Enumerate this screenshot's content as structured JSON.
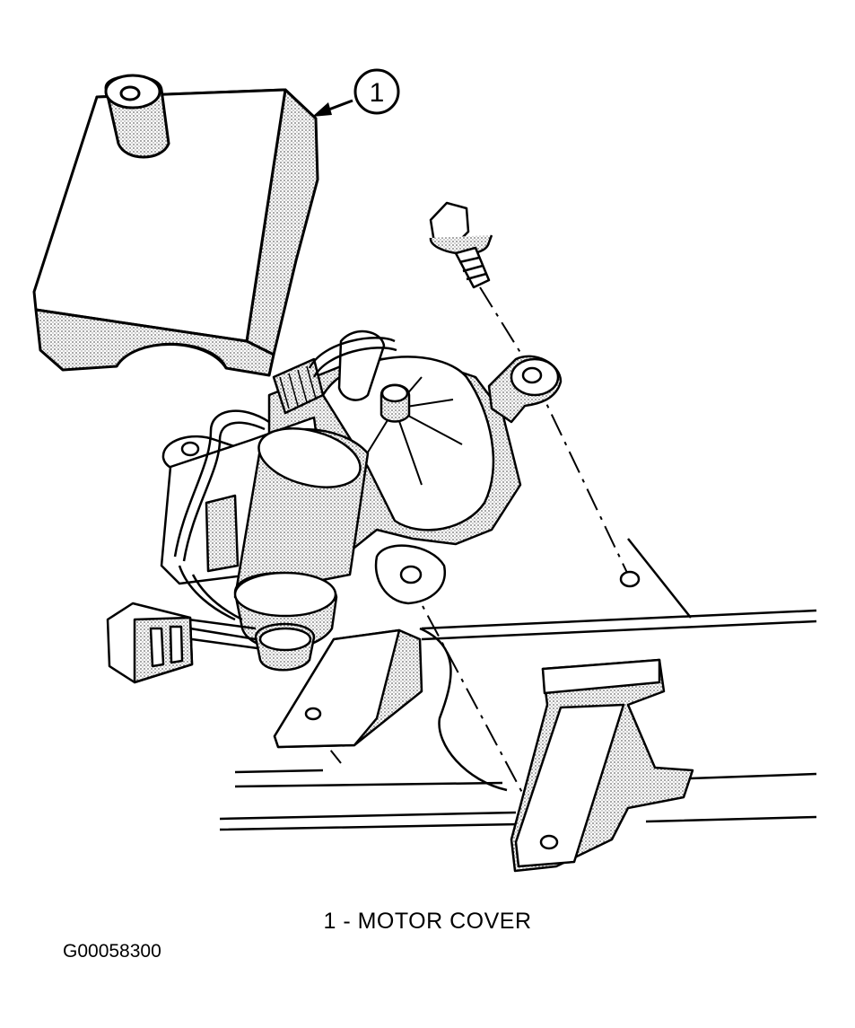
{
  "diagram": {
    "callout": {
      "number": "1"
    },
    "caption": "1 - MOTOR COVER",
    "figure_id": "G00058300"
  },
  "colors": {
    "ink": "#000000",
    "paper": "#ffffff",
    "stipple": "#b8b8b8"
  }
}
